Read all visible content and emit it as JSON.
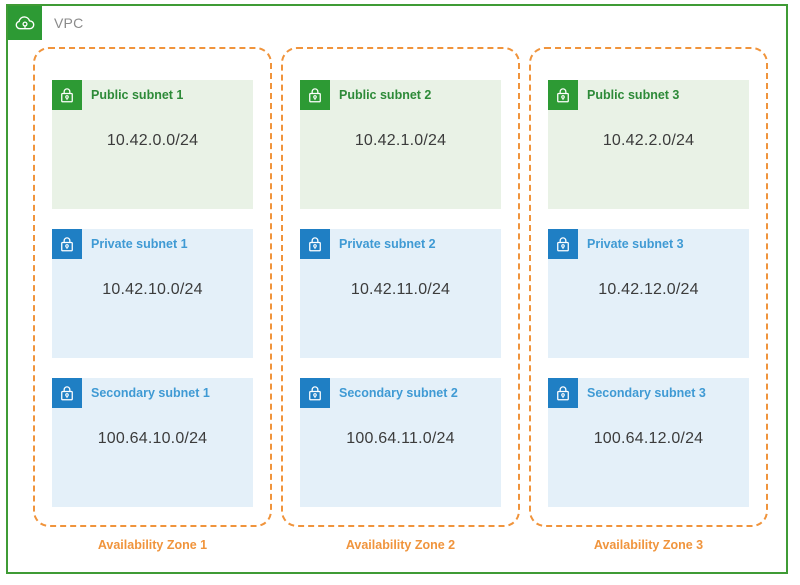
{
  "vpc": {
    "title": "VPC",
    "icon": "vpc-cloud-icon",
    "border_color": "#3f9b35",
    "badge_color": "#2d9a34"
  },
  "availability_zones": [
    {
      "label": "Availability Zone 1"
    },
    {
      "label": "Availability Zone 2"
    },
    {
      "label": "Availability Zone 3"
    }
  ],
  "az_border_color": "#f0943c",
  "subnets": [
    {
      "name": "Public subnet 1",
      "cidr": "10.42.0.0/24",
      "type": "public",
      "icon": "lock-icon"
    },
    {
      "name": "Public subnet 2",
      "cidr": "10.42.1.0/24",
      "type": "public",
      "icon": "lock-icon"
    },
    {
      "name": "Public subnet 3",
      "cidr": "10.42.2.0/24",
      "type": "public",
      "icon": "lock-icon"
    },
    {
      "name": "Private subnet 1",
      "cidr": "10.42.10.0/24",
      "type": "private",
      "icon": "lock-icon"
    },
    {
      "name": "Private subnet 2",
      "cidr": "10.42.11.0/24",
      "type": "private",
      "icon": "lock-icon"
    },
    {
      "name": "Private subnet 3",
      "cidr": "10.42.12.0/24",
      "type": "private",
      "icon": "lock-icon"
    },
    {
      "name": "Secondary subnet 1",
      "cidr": "100.64.10.0/24",
      "type": "private",
      "icon": "lock-icon"
    },
    {
      "name": "Secondary subnet 2",
      "cidr": "100.64.11.0/24",
      "type": "private",
      "icon": "lock-icon"
    },
    {
      "name": "Secondary subnet 3",
      "cidr": "100.64.12.0/24",
      "type": "private",
      "icon": "lock-icon"
    }
  ],
  "colors": {
    "public_fill": "#e9f2e6",
    "private_fill": "#e4f0f9",
    "public_accent": "#2d9a34",
    "private_accent": "#1f7fc4",
    "cidr_text": "#3c3c3c"
  }
}
